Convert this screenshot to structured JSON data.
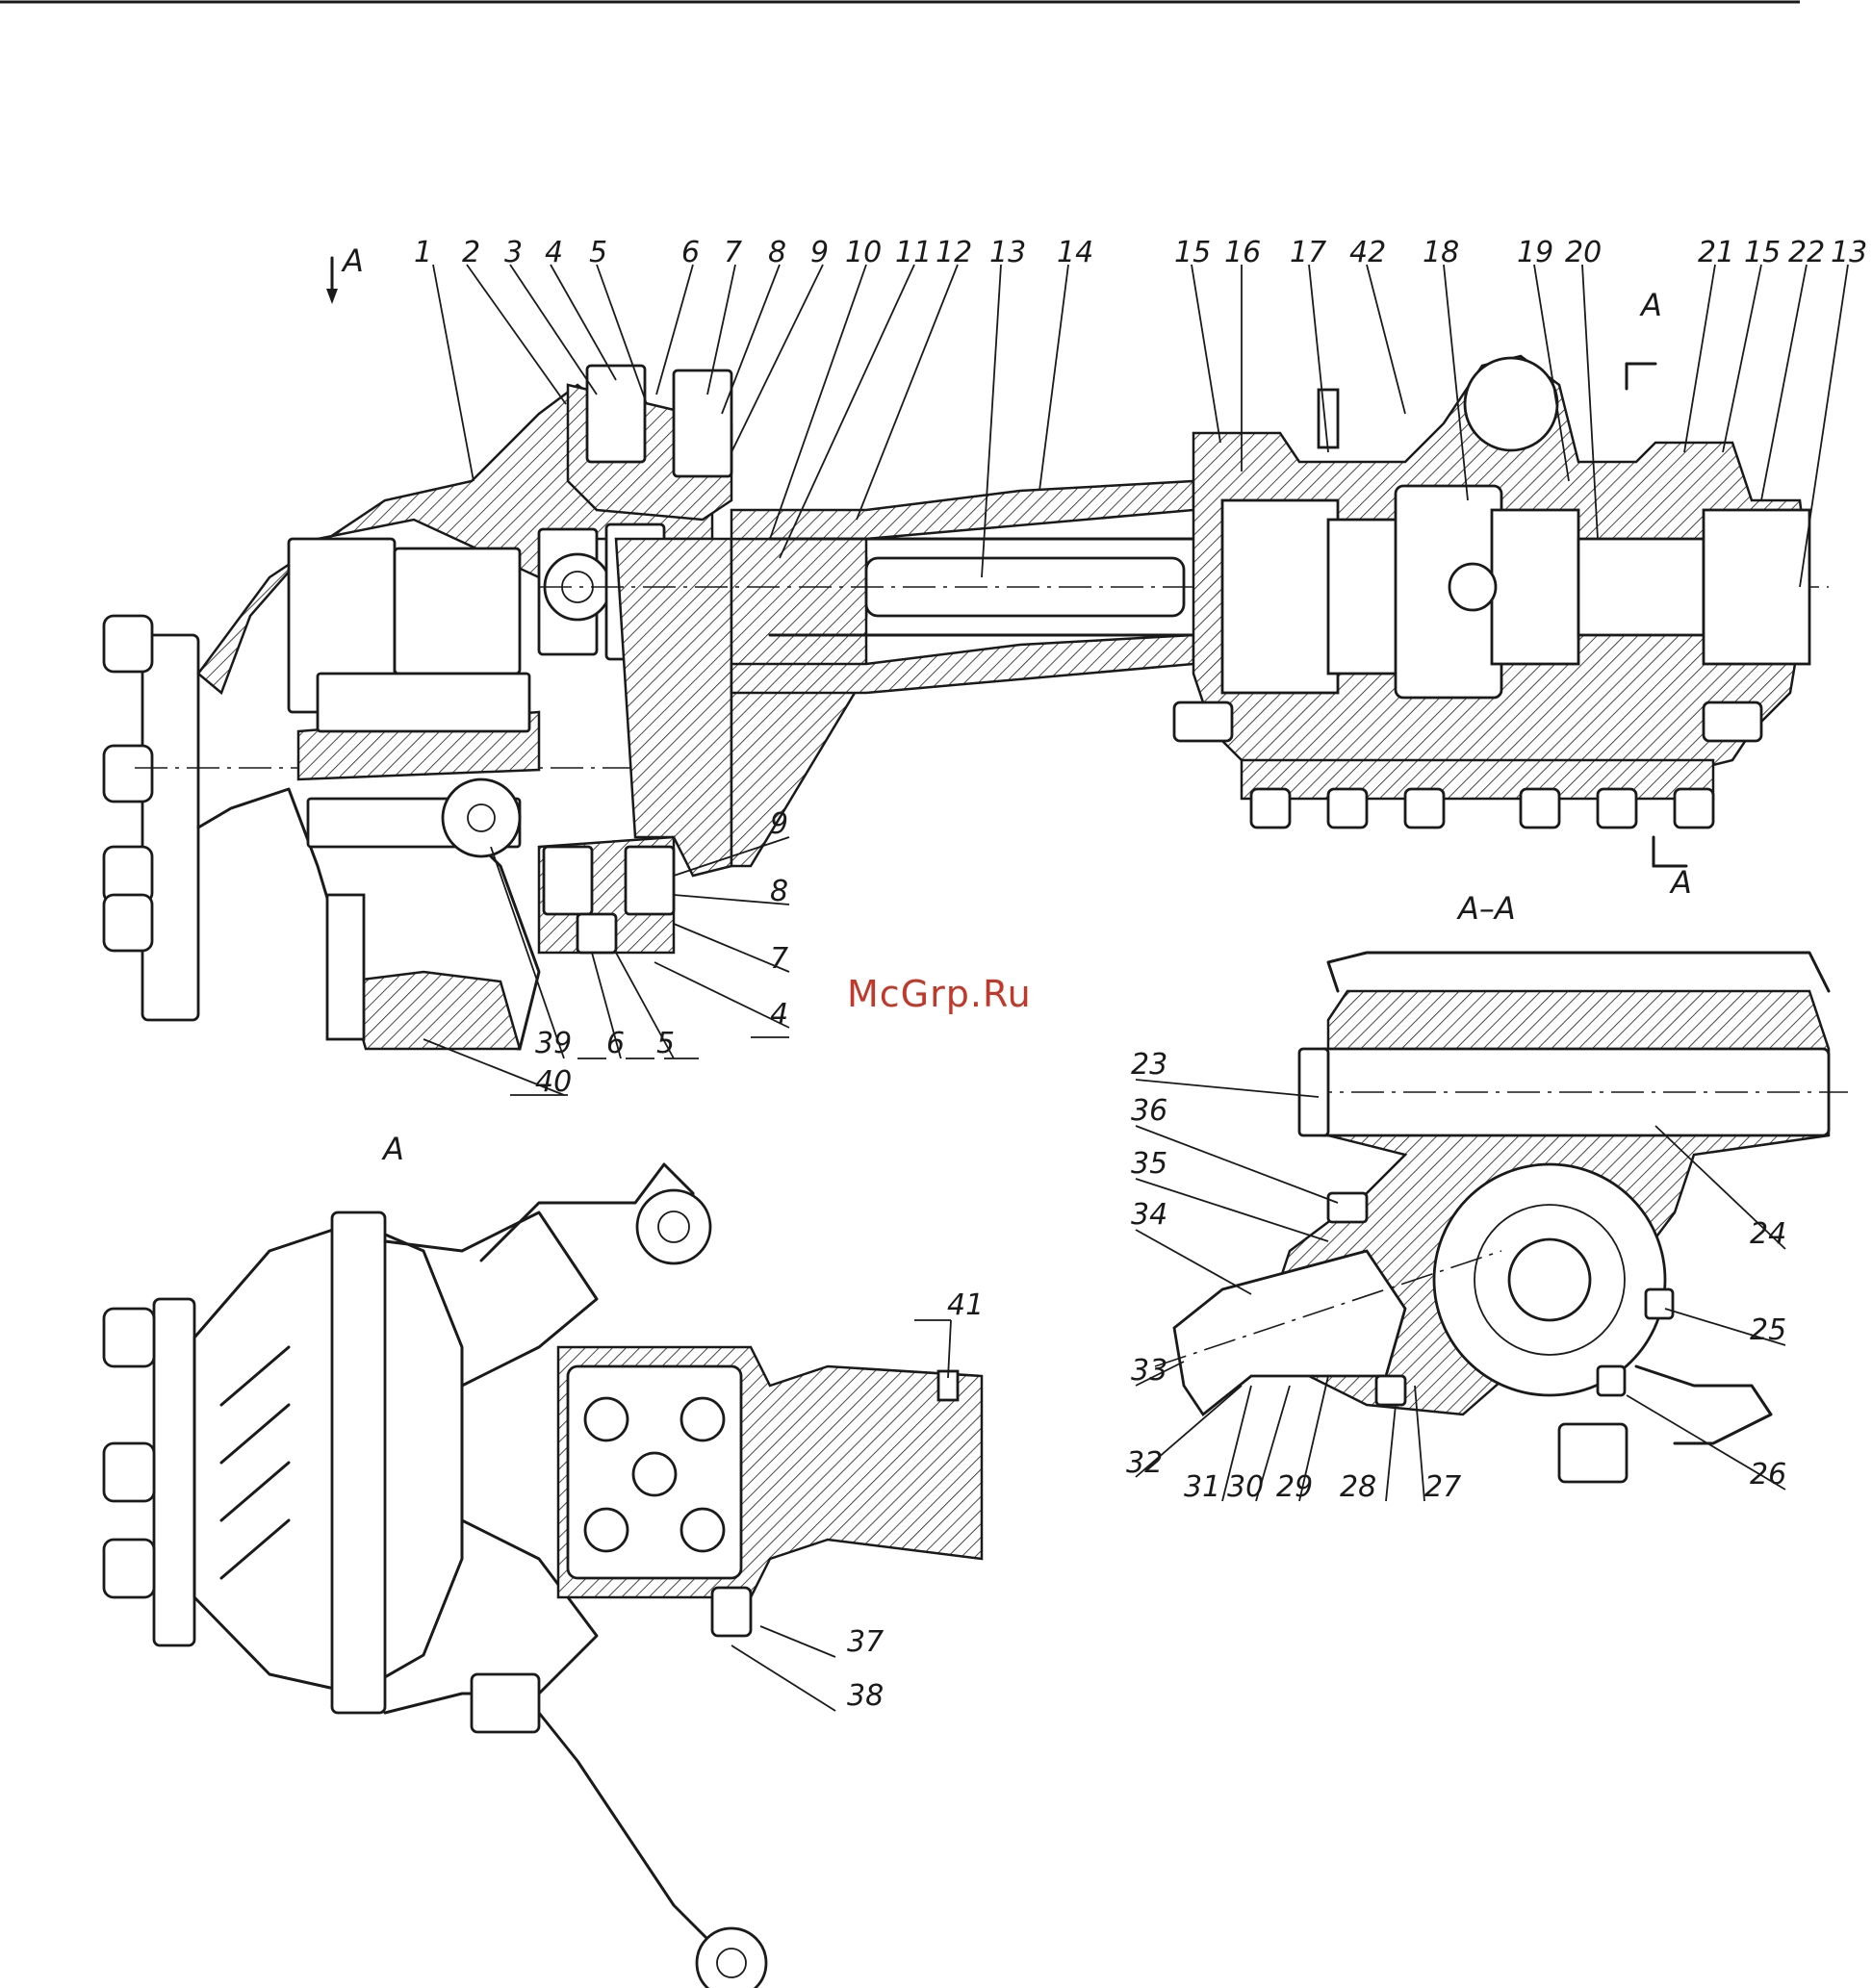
{
  "watermark": "McGrp.Ru",
  "views": {
    "main_section_mark_top": "A",
    "section_mark_right_top": "A",
    "section_mark_right_bottom": "A",
    "view_a_title": "A",
    "section_aa_title": "A–A"
  },
  "callouts": {
    "top_row": [
      "1",
      "2",
      "3",
      "4",
      "5",
      "6",
      "7",
      "8",
      "9",
      "10",
      "11",
      "12",
      "13",
      "14",
      "15",
      "16",
      "17",
      "42",
      "18",
      "19",
      "20",
      "21",
      "15",
      "22",
      "13"
    ],
    "lower_right": [
      "9",
      "8",
      "7",
      "4"
    ],
    "lower_bottom": [
      "39",
      "6",
      "5",
      "40"
    ],
    "view_a": [
      "41",
      "37",
      "38"
    ],
    "section_aa_left": [
      "23",
      "36",
      "35",
      "34",
      "33",
      "32"
    ],
    "section_aa_bottom": [
      "31",
      "30",
      "29",
      "28",
      "27"
    ],
    "section_aa_right": [
      "24",
      "25",
      "26"
    ]
  }
}
